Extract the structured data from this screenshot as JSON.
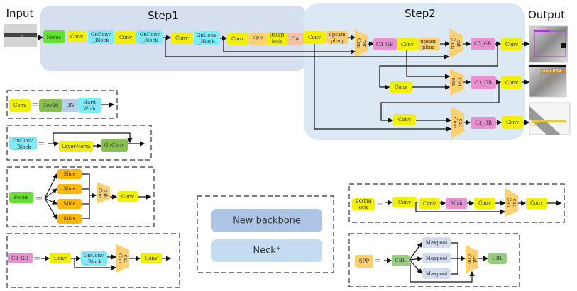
{
  "labels": {
    "input": "Input",
    "output": "Output",
    "step1": "Step1",
    "step2": "Step2"
  },
  "colors": {
    "conv": "#f0f000",
    "gnconv_block": "#80eaf8",
    "focus": "#66e033",
    "spp": "#ffd070",
    "c3_gb": "#e890d0",
    "ca": "#f5c0a8",
    "step1_bg": "#d6dff0",
    "step2_bg": "#dce8f4",
    "new_backbone": "#aec4e4",
    "neck": "#c4dcf0"
  },
  "step1": {
    "blocks": [
      {
        "lines": [
          "Focus"
        ]
      },
      {
        "lines": [
          "Conv"
        ]
      },
      {
        "lines": [
          "GnConv",
          "_Block"
        ]
      },
      {
        "lines": [
          "Conv"
        ]
      },
      {
        "lines": [
          "GnConv",
          "_Block"
        ]
      },
      {
        "lines": [
          "Conv"
        ]
      },
      {
        "lines": [
          "GnConv",
          "_Block"
        ]
      },
      {
        "lines": [
          "Conv"
        ]
      },
      {
        "lines": [
          "SPP"
        ]
      },
      {
        "lines": [
          "BOTB",
          "lock"
        ]
      },
      {
        "lines": [
          "CA"
        ]
      }
    ]
  },
  "step2": {
    "blocks": [
      {
        "lines": [
          "Conv"
        ]
      },
      {
        "lines": [
          "upsam",
          "pling"
        ]
      },
      {
        "lines": [
          "Con",
          "cat"
        ]
      },
      {
        "lines": [
          "C3_GB"
        ]
      },
      {
        "lines": [
          "Conv"
        ]
      },
      {
        "lines": [
          "upsam",
          "pling"
        ]
      },
      {
        "lines": [
          "Cion",
          "cat"
        ]
      },
      {
        "lines": [
          "C3_GB"
        ]
      },
      {
        "lines": [
          "Conv"
        ]
      },
      {
        "lines": [
          "Conv"
        ]
      },
      {
        "lines": [
          "one",
          "Cat"
        ]
      },
      {
        "lines": [
          "C3_GB"
        ]
      },
      {
        "lines": [
          "Conv"
        ]
      },
      {
        "lines": [
          "Conv"
        ]
      },
      {
        "lines": [
          "Cion",
          "cat"
        ]
      },
      {
        "lines": [
          "C3_GB"
        ]
      },
      {
        "lines": [
          "Conv"
        ]
      }
    ]
  },
  "outputs": [
    {
      "detection": ""
    },
    {
      "detection": "crack 0.59"
    },
    {
      "detection": ""
    }
  ],
  "legends": {
    "equals": "=",
    "conv": {
      "name": "Conv",
      "parts": [
        "Cov2d",
        "BN",
        [
          "Hard",
          "Wish"
        ]
      ]
    },
    "gnconv_block": {
      "name": [
        "GnConv",
        "_Block"
      ],
      "parts": [
        "LayerNorm",
        "GnConv"
      ]
    },
    "focus": {
      "name": "Focus",
      "slices": [
        "Slice",
        "Slice",
        "Slice",
        "Slice"
      ],
      "concat": [
        "Con",
        "cat"
      ],
      "conv": "Conv"
    },
    "c3_gb": {
      "name": "C3_GB",
      "conv1": "Conv",
      "block": [
        "GnConv",
        "_Block"
      ],
      "concat": [
        "Con",
        "cat"
      ],
      "conv2": "Conv"
    },
    "botblock": {
      "name": [
        "BOTBl",
        "ock"
      ],
      "parts": [
        "Conv",
        "Conv",
        "Mish",
        "Conv"
      ],
      "concat": [
        "Con",
        "cat"
      ],
      "conv": "Conv"
    },
    "spp": {
      "name": "SPP",
      "cbl1": "CBL",
      "maxpools": [
        "Maxpool",
        "Maxpool",
        "Maxpool"
      ],
      "concat": [
        "Con",
        "cat"
      ],
      "cbl2": "CBL"
    },
    "key": {
      "new_backbone": "New backbone",
      "neck": "Neck⁺"
    }
  }
}
